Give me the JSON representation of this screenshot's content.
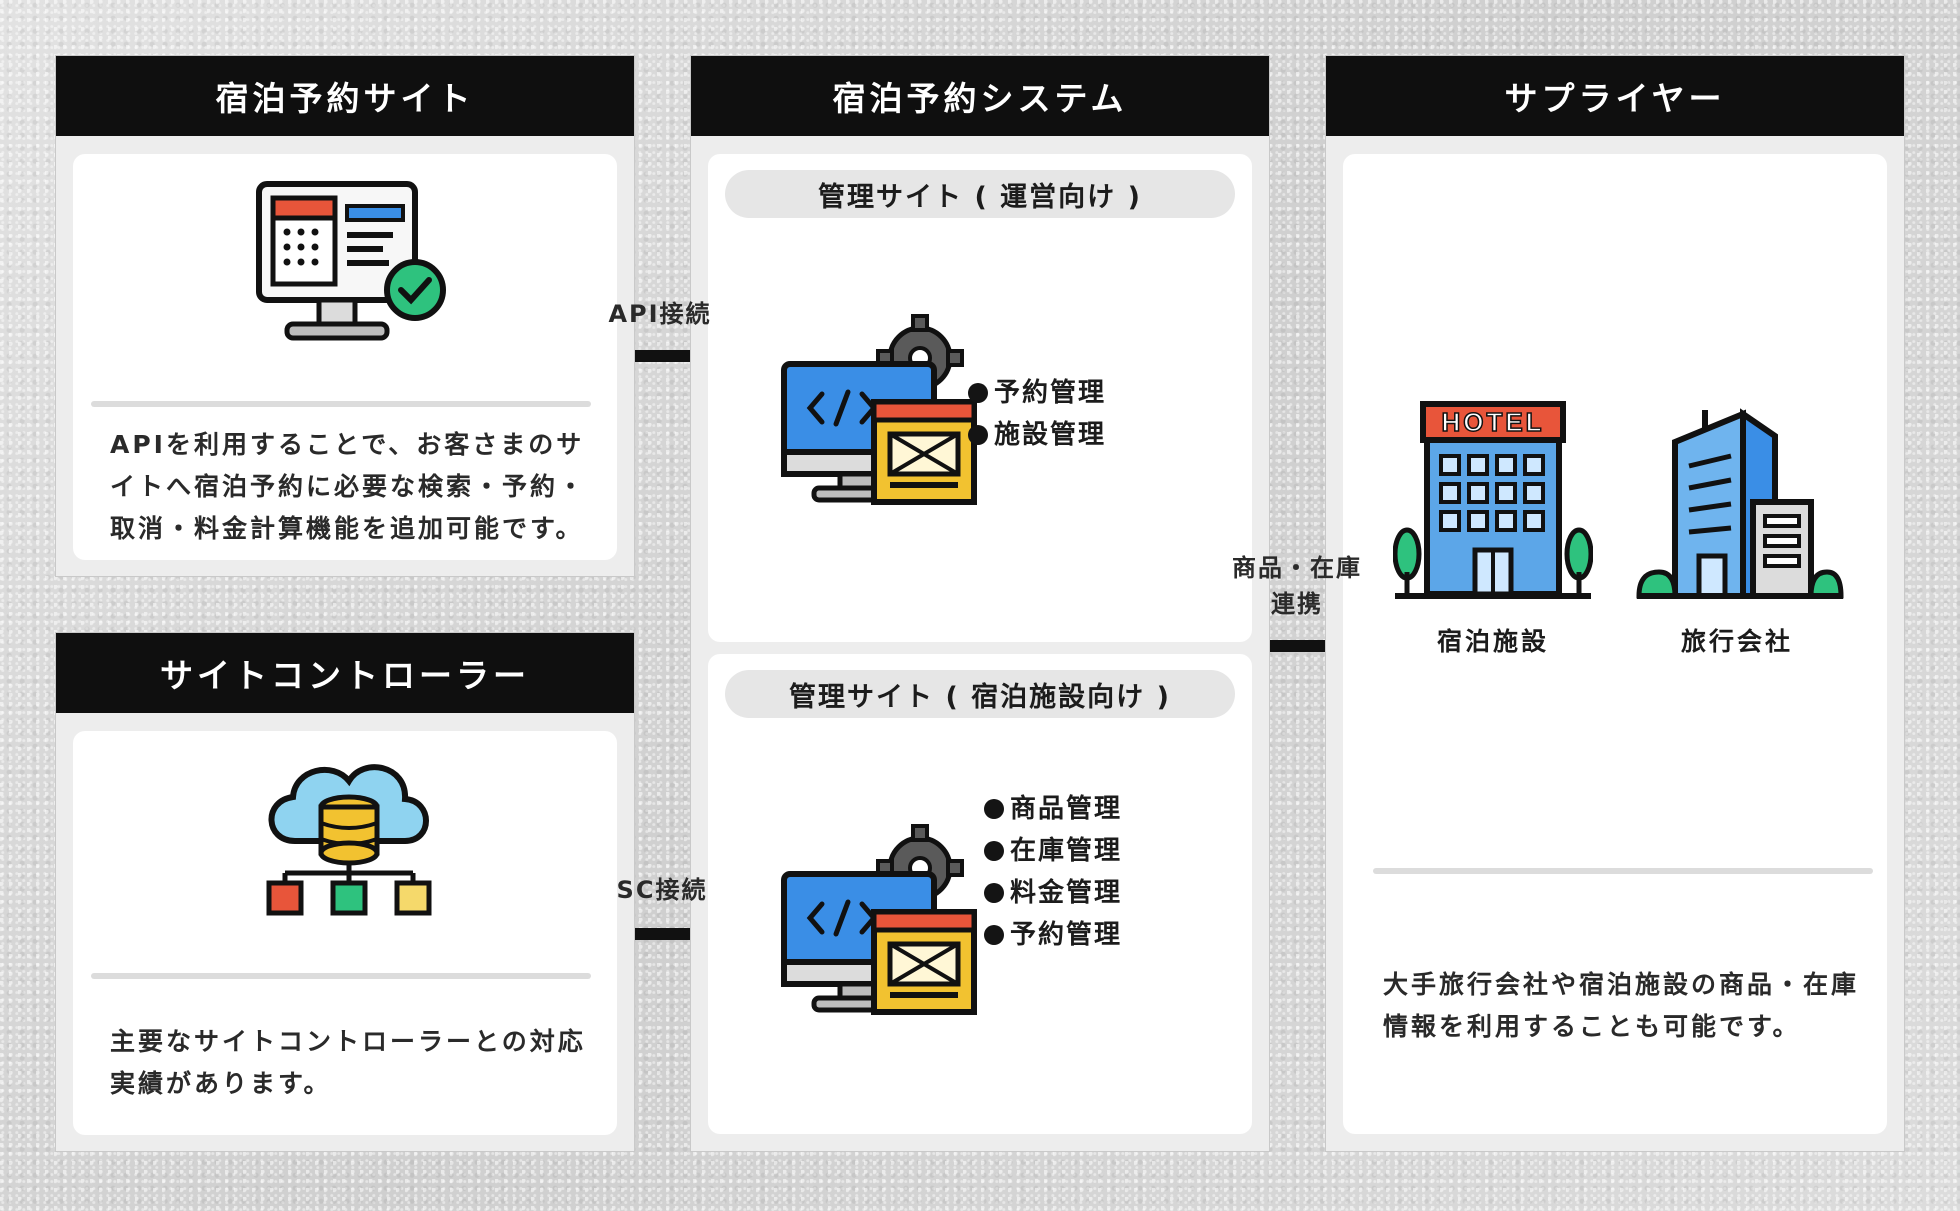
{
  "booking_site": {
    "title": "宿泊予約サイト",
    "description": [
      "APIを利用することで、お客さまのサ",
      "イトへ宿泊予約に必要な検索・予約・",
      "取消・料金計算機能を追加可能です。"
    ]
  },
  "site_controller": {
    "title": "サイトコントローラー",
    "description": [
      "主要なサイトコントローラーとの対応",
      "実績があります。"
    ]
  },
  "system": {
    "title": "宿泊予約システム",
    "admin_operator": {
      "title": "管理サイト ( 運営向け )",
      "items": [
        "予約管理",
        "施設管理"
      ]
    },
    "admin_facility": {
      "title": "管理サイト ( 宿泊施設向け )",
      "items": [
        "商品管理",
        "在庫管理",
        "料金管理",
        "予約管理"
      ]
    }
  },
  "supplier": {
    "title": "サプライヤー",
    "hotel_label": "宿泊施設",
    "hotel_sign": "HOTEL",
    "agency_label": "旅行会社",
    "description": [
      "大手旅行会社や宿泊施設の商品・在庫",
      "情報を利用することも可能です。"
    ]
  },
  "connections": {
    "api": "API接続",
    "sc": "SC接続",
    "supplier_line1": "商品・在庫",
    "supplier_line2": "連携"
  },
  "colors": {
    "black": "#0f0f0f",
    "blue": "#3a8ee6",
    "red": "#e8553a",
    "yellow": "#f2c230",
    "green": "#2ec27e"
  }
}
